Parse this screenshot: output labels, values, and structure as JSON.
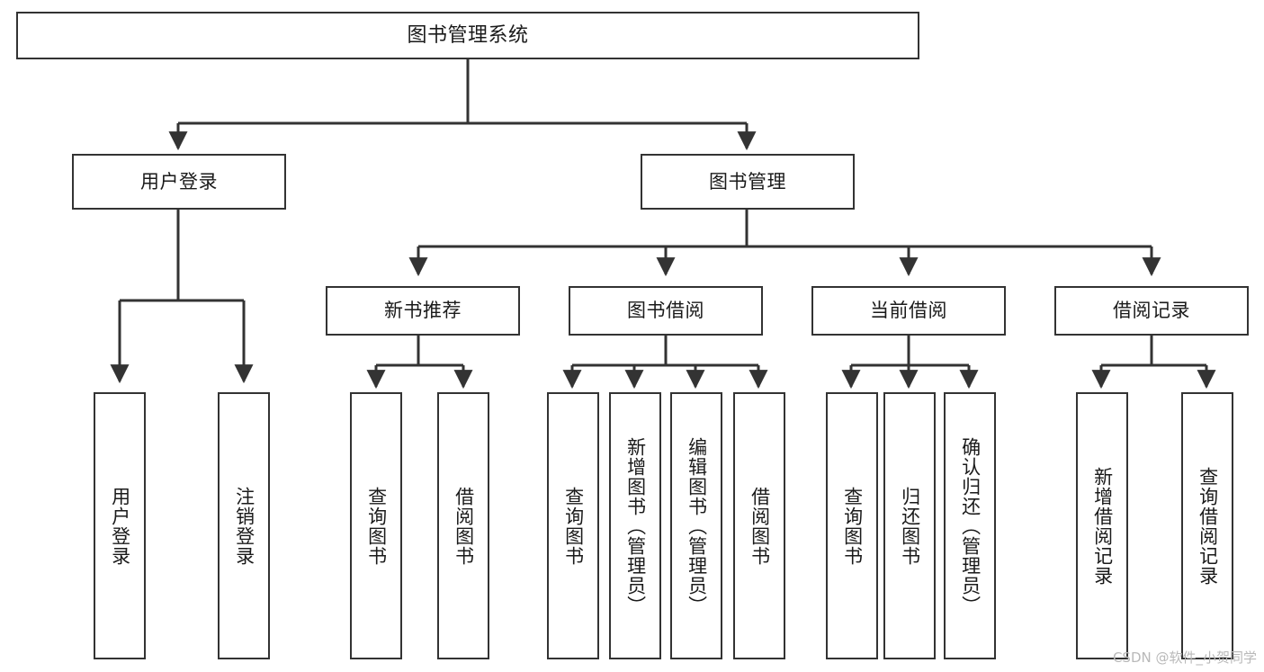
{
  "diagram": {
    "type": "tree",
    "title": "图书管理系统",
    "colors": {
      "background": "#ffffff",
      "stroke": "#333333",
      "text": "#1a1a1a",
      "watermark": "#b9b9b9"
    },
    "root": {
      "label": "图书管理系统"
    },
    "level1": [
      {
        "id": "user-login",
        "label": "用户登录"
      },
      {
        "id": "book-manage",
        "label": "图书管理"
      }
    ],
    "level2": [
      {
        "id": "new-book-rec",
        "label": "新书推荐"
      },
      {
        "id": "book-borrow",
        "label": "图书借阅"
      },
      {
        "id": "current-borrow",
        "label": "当前借阅"
      },
      {
        "id": "borrow-record",
        "label": "借阅记录"
      }
    ],
    "leaves": {
      "user-login": [
        {
          "id": "leaf-user-login",
          "label": "用户登录"
        },
        {
          "id": "leaf-logout",
          "label": "注销登录"
        }
      ],
      "new-book-rec": [
        {
          "id": "leaf-query-book-1",
          "label": "查询图书"
        },
        {
          "id": "leaf-borrow-book-1",
          "label": "借阅图书"
        }
      ],
      "book-borrow": [
        {
          "id": "leaf-query-book-2",
          "label": "查询图书"
        },
        {
          "id": "leaf-add-book",
          "label": "新增图书（管理员）"
        },
        {
          "id": "leaf-edit-book",
          "label": "编辑图书（管理员）"
        },
        {
          "id": "leaf-borrow-book-2",
          "label": "借阅图书"
        }
      ],
      "current-borrow": [
        {
          "id": "leaf-query-book-3",
          "label": "查询图书"
        },
        {
          "id": "leaf-return-book",
          "label": "归还图书"
        },
        {
          "id": "leaf-confirm-return",
          "label": "确认归还（管理员）"
        }
      ],
      "borrow-record": [
        {
          "id": "leaf-add-record",
          "label": "新增借阅记录"
        },
        {
          "id": "leaf-query-record",
          "label": "查询借阅记录"
        }
      ]
    },
    "watermark": "CSDN @软件_小贺同学"
  }
}
